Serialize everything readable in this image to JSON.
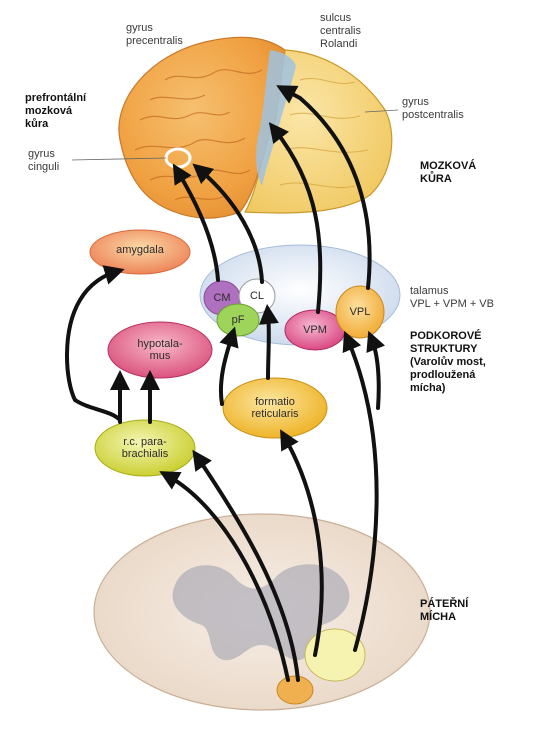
{
  "labels": {
    "gyrus_precentralis": "gyrus\nprecentralis",
    "sulcus_centralis": "sulcus\ncentralis\nRolandi",
    "gyrus_postcentralis": "gyrus\npostcentralis",
    "gyrus_cinguli": "gyrus\ncinguli",
    "talamus": "talamus\nVPL + VPM + VB"
  },
  "headers": {
    "prefrontal": "prefrontální\nmozková\nkůra",
    "mozkova_kura": "MOZKOVÁ\nKŮRA",
    "podkorove": "PODKOROVÉ\nSTRUKTURY\n(Varolův most,\nprodloužená\nmícha)",
    "paterni": "PÁTEŘNÍ\nMÍCHA"
  },
  "nodes": {
    "amygdala": "amygdala",
    "hypotalamus": "hypotala-\nmus",
    "parabrachialis": "r.c. para-\nbrachialis",
    "formatio": "formatio\nreticularis",
    "cm": "CM",
    "cl": "CL",
    "pf": "pF",
    "vpm": "VPM",
    "vpl": "VPL"
  },
  "colors": {
    "brain": "#f0a040",
    "thalamus": "#e6eef8",
    "amygdala": "#f08a5a",
    "hypotalamus": "#e06085",
    "parabrachialis": "#d8dc40",
    "formatio": "#f2c030",
    "vpm": "#e0508a",
    "vpl": "#f2b03c",
    "cm": "#b070c0",
    "cl": "#ffffff",
    "pf": "#9ed45a",
    "arrow": "#111111"
  }
}
